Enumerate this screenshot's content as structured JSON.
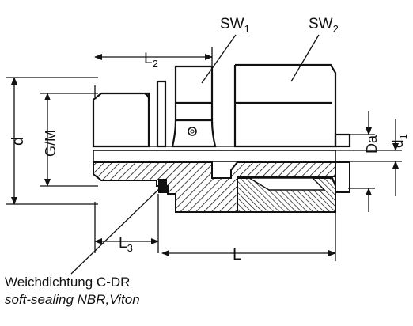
{
  "labels": {
    "sw1_main": "SW",
    "sw1_sub": "1",
    "sw2_main": "SW",
    "sw2_sub": "2",
    "l2_main": "L",
    "l2_sub": "2",
    "l3_main": "L",
    "l3_sub": "3",
    "l": "L",
    "d": "d",
    "g_m": "G/M",
    "da": "Da",
    "d1_main": "d",
    "d1_sub": "1"
  },
  "caption": {
    "german": "Weichdichtung C-DR",
    "english": "soft-sealing NBR,Viton"
  }
}
